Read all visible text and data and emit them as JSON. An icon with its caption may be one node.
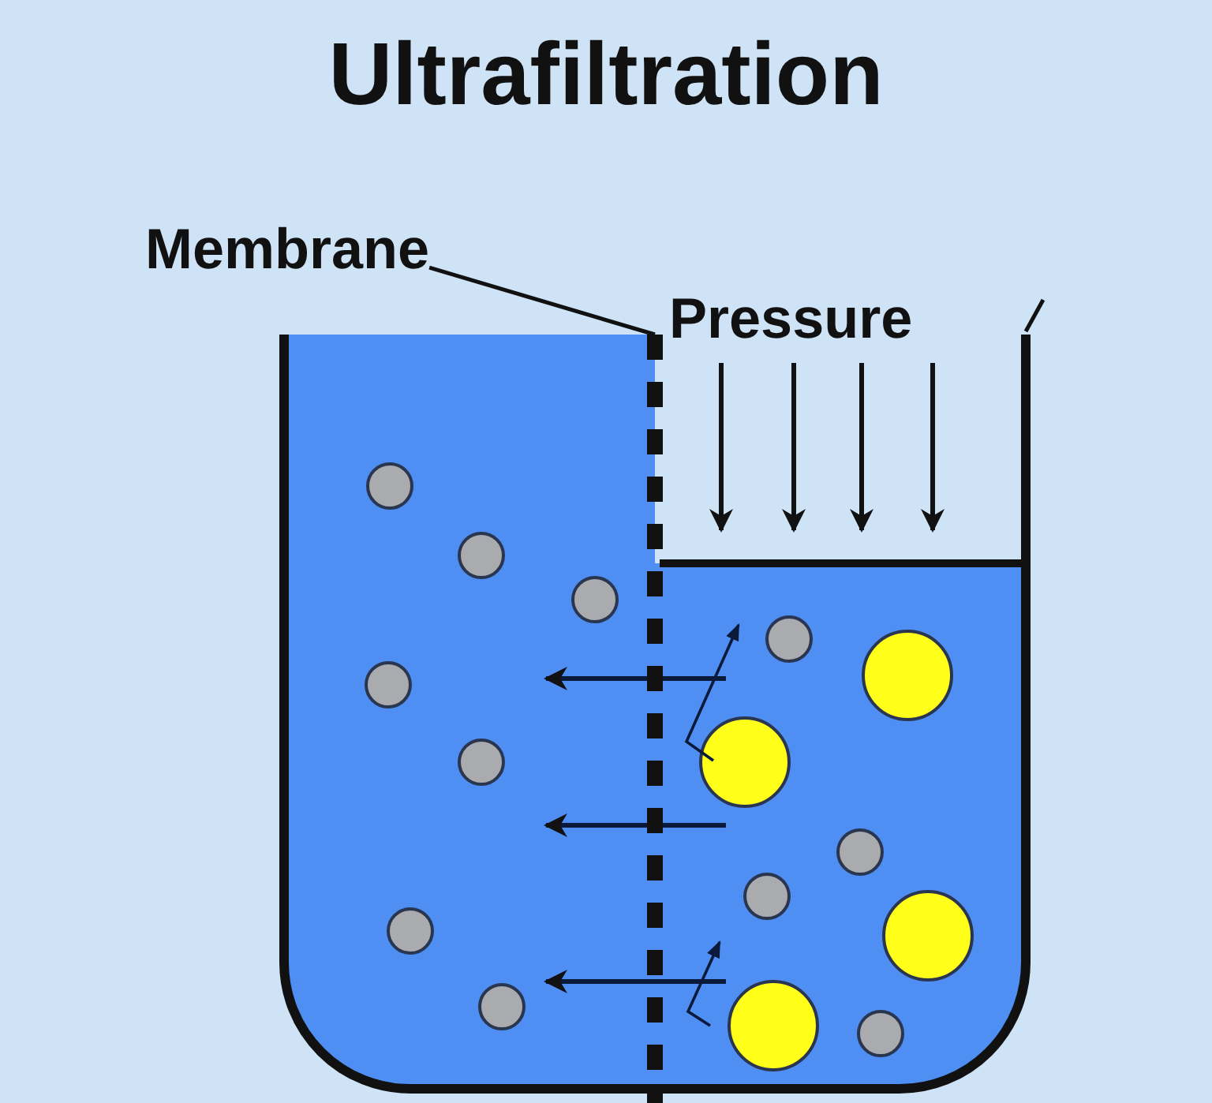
{
  "diagram": {
    "title": "Ultrafiltration",
    "nodes": [
      {
        "text": [
          "Membrane"
        ]
      },
      {
        "text": [],
        "shape": "bar"
      }
    ],
    "edges": [
      {
        "from": 0,
        "to": 1,
        "arrow": "none"
      }
    ],
    "labels": [
      "Pressure"
    ]
  }
}
